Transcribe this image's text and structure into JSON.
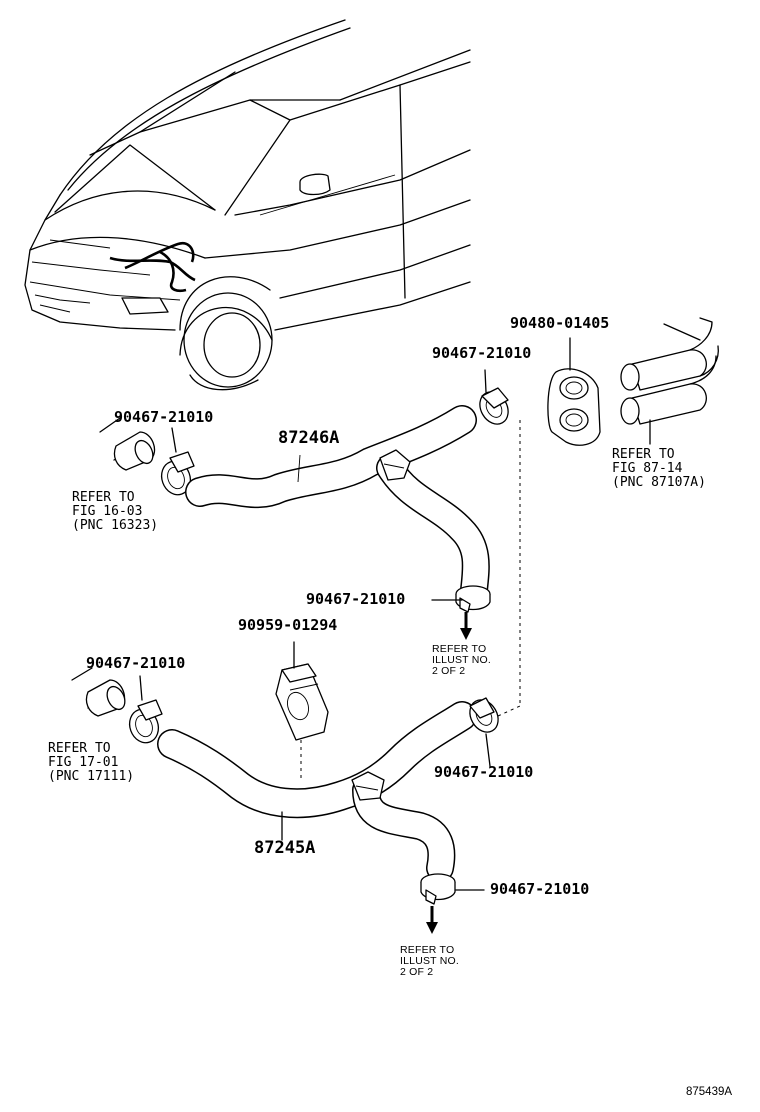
{
  "figure_code": "875439A",
  "parts": {
    "hose_upper": "87246A",
    "hose_lower": "87245A",
    "clamp_upper_left": "90467-21010",
    "clamp_upper_right": "90467-21010",
    "clamp_upper_bottom": "90467-21010",
    "grommet": "90480-01405",
    "clamp_lower_left": "90467-21010",
    "clamp_lower_right": "90467-21010",
    "clamp_lower_bottom": "90467-21010",
    "clip": "90959-01294"
  },
  "references": {
    "fig_16_03": [
      "REFER TO",
      "FIG 16-03",
      "(PNC 16323)"
    ],
    "fig_87_14": [
      "REFER TO",
      "FIG 87-14",
      "(PNC 87107A)"
    ],
    "fig_17_01": [
      "REFER TO",
      "FIG 17-01",
      "(PNC 17111)"
    ],
    "illust_upper": [
      "REFER TO",
      "ILLUST NO.",
      "2 OF 2"
    ],
    "illust_lower": [
      "REFER TO",
      "ILLUST NO.",
      "2 OF 2"
    ]
  }
}
